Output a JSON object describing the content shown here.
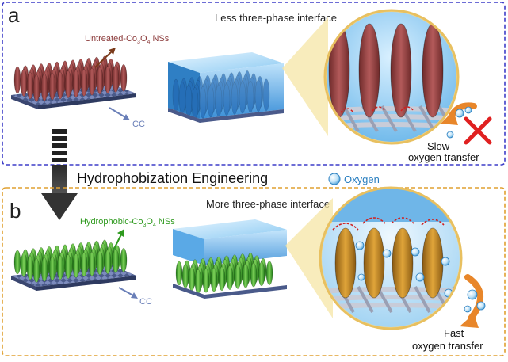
{
  "panel_a": {
    "letter": "a",
    "caption": "Less three-phase interface",
    "nanosheet_label": {
      "prefix": "Untreated-Co",
      "sub1": "3",
      "mid": "O",
      "sub2": "4",
      "suffix": " NSs"
    },
    "substrate_label": "CC",
    "transfer_line1": "Slow",
    "transfer_line2": "oxygen transfer"
  },
  "middle": {
    "title": "Hydrophobization Engineering",
    "legend_label": "Oxygen"
  },
  "panel_b": {
    "letter": "b",
    "caption": "More three-phase interface",
    "nanosheet_label": {
      "prefix": "Hydrophobic-Co",
      "sub1": "3",
      "mid": "O",
      "sub2": "4",
      "suffix": " NSs"
    },
    "substrate_label": "CC",
    "transfer_line1": "Fast",
    "transfer_line2": "oxygen transfer"
  },
  "colors": {
    "panel_a_border": "#3d3dc8",
    "panel_b_border": "#e0a030",
    "untreated_sheet": "#8b3a3a",
    "hydrophobic_sheet": "#3fae2a",
    "water": "#5aa9e6",
    "cc_mesh": "#5a6a9a",
    "label_green": "#2f9a1f",
    "label_brown": "#8b3a3a",
    "cc_label": "#6a7fb8",
    "arrow_orange": "#e8862a",
    "cross_red": "#e02020"
  }
}
